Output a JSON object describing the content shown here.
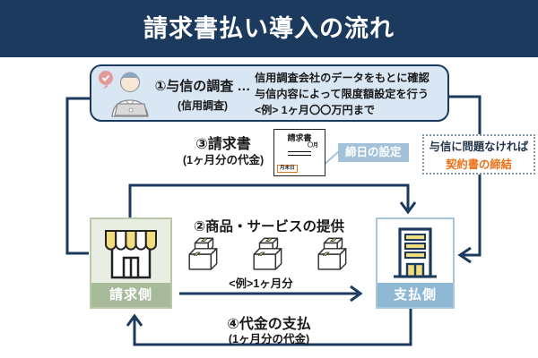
{
  "header": {
    "title": "請求書払い導入の流れ"
  },
  "step1": {
    "label": "①与信の調査 …",
    "sublabel": "(信用調査)",
    "desc1": "信用調査会社のデータをもとに確認",
    "desc2": "与信内容によって限度額設定を行う",
    "desc3": "<例> 1ヶ月〇〇万円まで"
  },
  "step2": {
    "label": "②商品・サービスの提供",
    "example": "<例>1ヶ月分"
  },
  "step3": {
    "label": "③請求書",
    "sublabel": "(1ヶ月分の代金)",
    "invoice_title": "請求書",
    "invoice_month": "〇月",
    "invoice_deadline": "月末日",
    "deadline_tag": "締日の設定"
  },
  "step4": {
    "label": "④代金の支払",
    "sublabel": "(1ヶ月分の代金)"
  },
  "contract_note": {
    "line1": "与信に問題なければ",
    "line2": "契約書の締結"
  },
  "entities": {
    "biller": "請求側",
    "payer": "支払側"
  },
  "colors": {
    "navy": "#1b3a5e",
    "panel_blue": "#d9e6f3",
    "tag_blue": "#a3c2d9",
    "orange": "#ed7117",
    "biller_green": "#a7bb9b",
    "payer_blue": "#8fb8d5",
    "accent_yellow": "#f1dc7e"
  }
}
